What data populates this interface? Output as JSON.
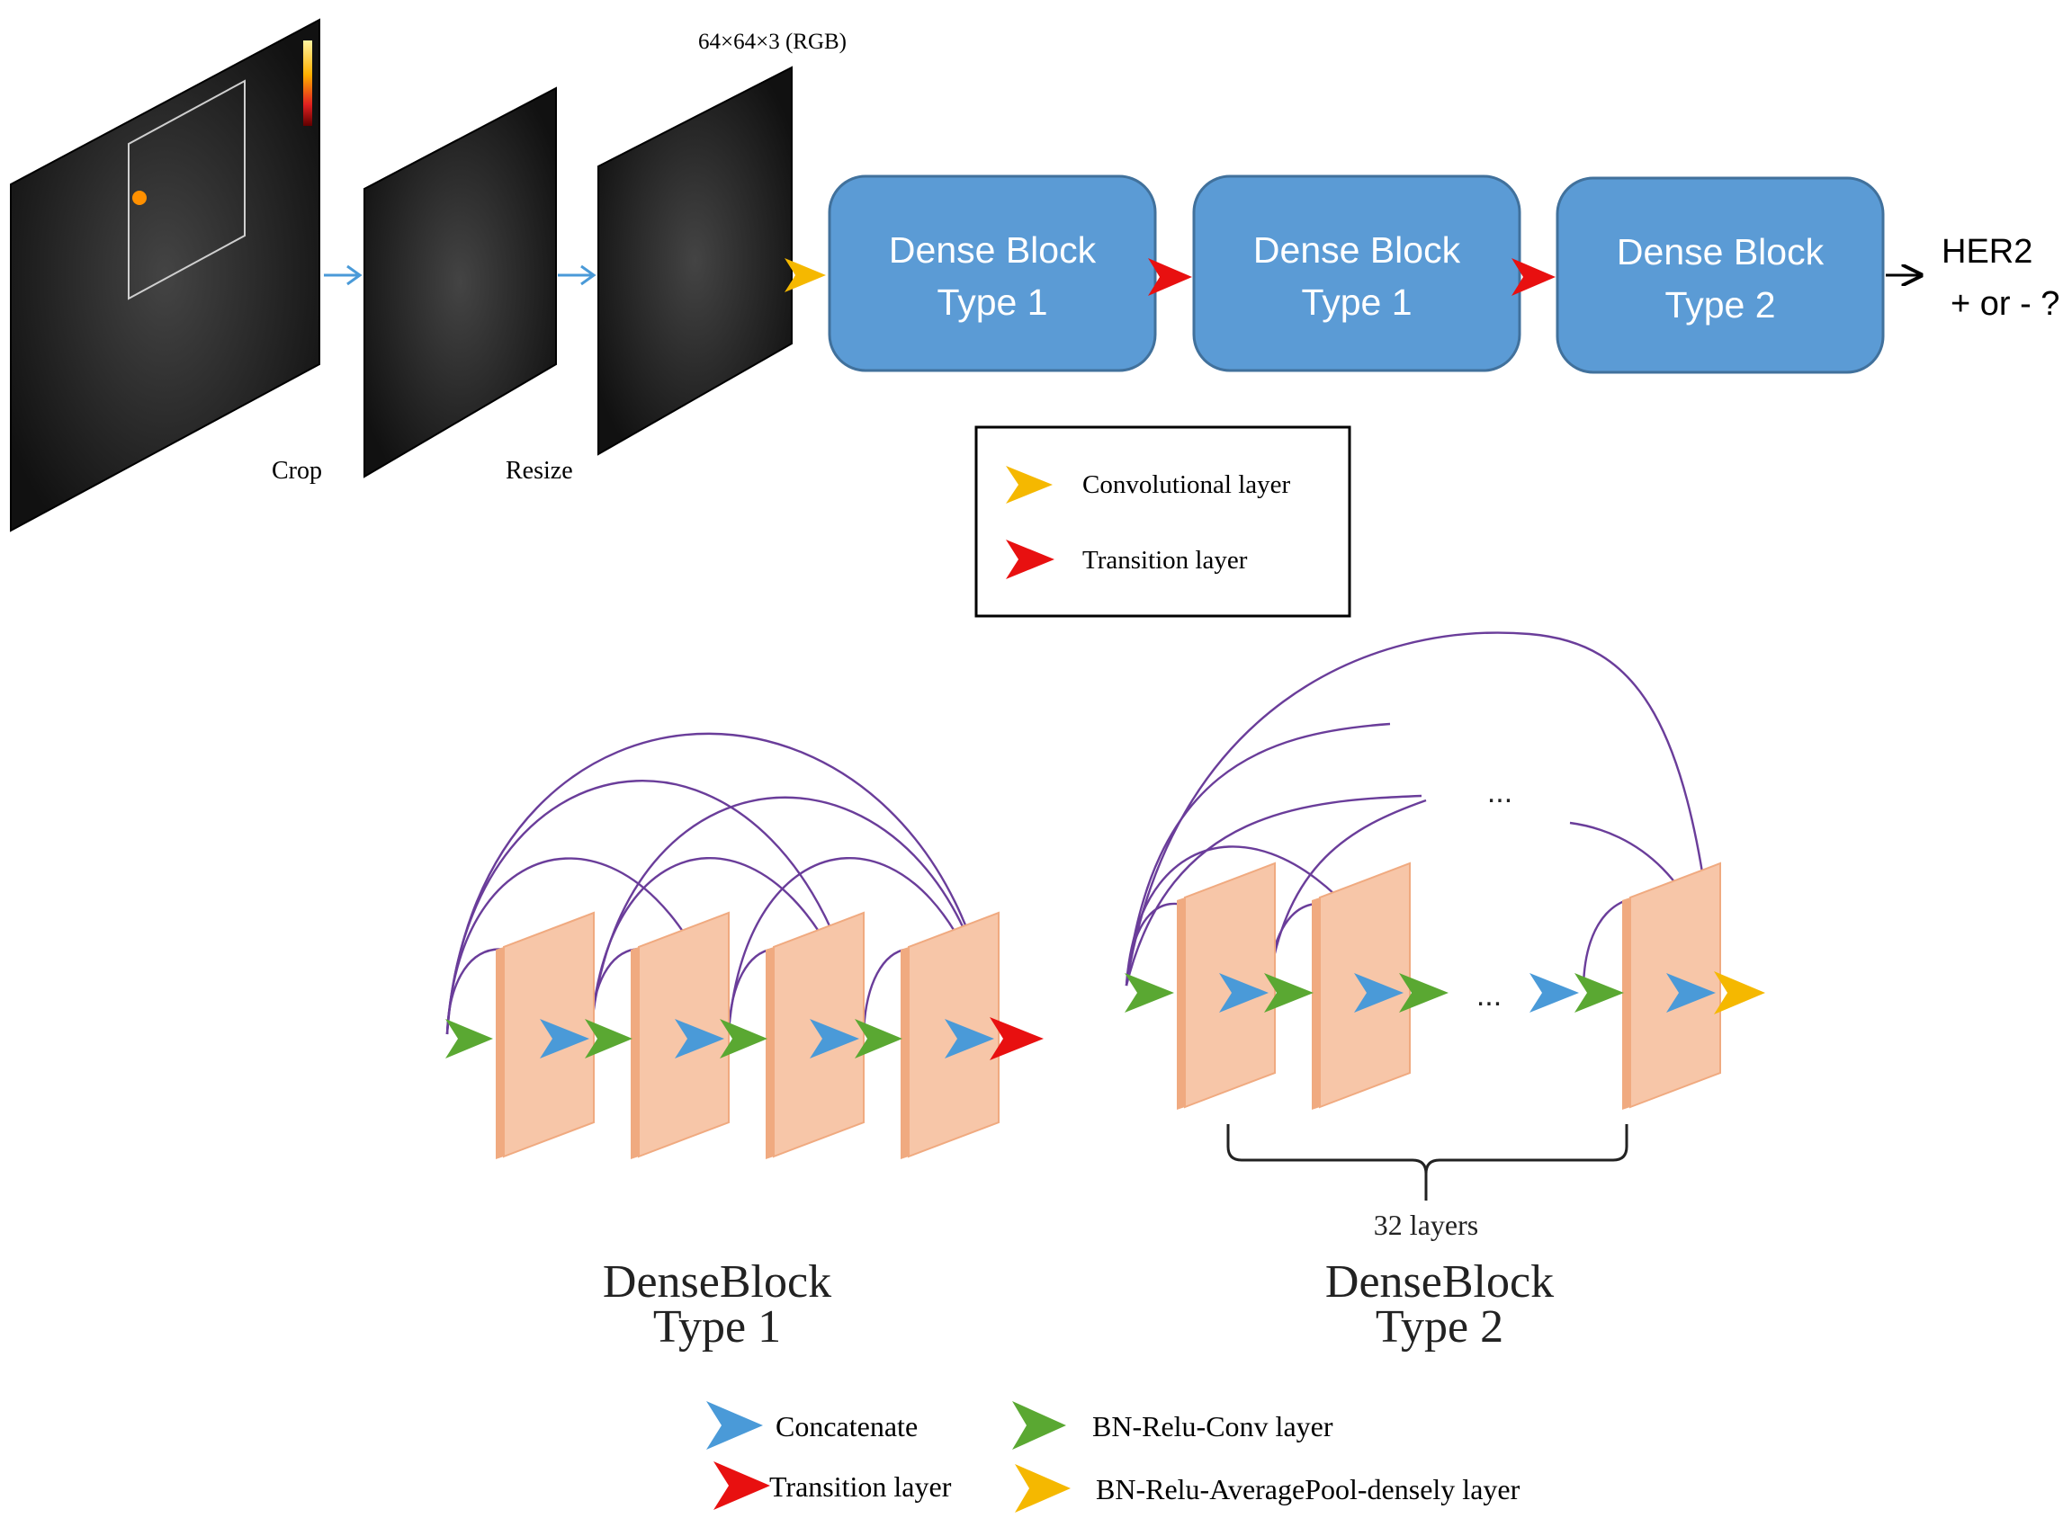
{
  "pipeline": {
    "dims_label": "64×64×3 (RGB)",
    "crop_label": "Crop",
    "resize_label": "Resize",
    "blocks": [
      {
        "line1": "Dense Block",
        "line2": "Type 1"
      },
      {
        "line1": "Dense Block",
        "line2": "Type 1"
      },
      {
        "line1": "Dense Block",
        "line2": "Type 2"
      }
    ],
    "output_line1": "HER2",
    "output_line2": "+ or - ?"
  },
  "top_legend": {
    "items": [
      {
        "label": "Convolutional layer",
        "color": "#f5b800"
      },
      {
        "label": "Transition layer",
        "color": "#e81010"
      }
    ]
  },
  "type1": {
    "title_line1": "DenseBlock",
    "title_line2": "Type 1"
  },
  "type2": {
    "title_line1": "DenseBlock",
    "title_line2": "Type 2",
    "brace_label": "32 layers",
    "ellipsis_top": "...",
    "ellipsis_mid": "..."
  },
  "bottom_legend": {
    "items": [
      {
        "label": "Concatenate",
        "color": "#4a9ad8"
      },
      {
        "label": "BN-Relu-Conv layer",
        "color": "#5aa832"
      },
      {
        "label": "Transition layer",
        "color": "#e81010"
      },
      {
        "label": "BN-Relu-AveragePool-densely layer",
        "color": "#f5b800"
      }
    ]
  },
  "colors": {
    "block_fill": "#5b9bd5",
    "block_stroke": "#41719c",
    "plate_fill": "#f7c6a8",
    "plate_side": "#f0aa80",
    "arc": "#6a3d9a",
    "pipe_arrow": "#4a9ad8",
    "concat": "#4a9ad8",
    "conv": "#5aa832",
    "transition": "#e81010",
    "yellow": "#f5b800"
  }
}
